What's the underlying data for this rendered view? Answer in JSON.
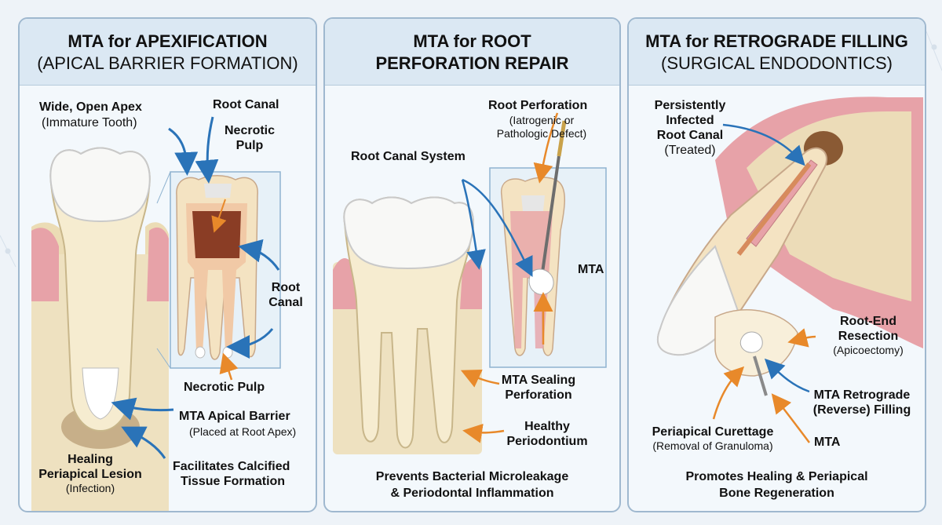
{
  "panels": [
    {
      "title_line1": "MTA for APEXIFICATION",
      "title_line2": "(APICAL BARRIER FORMATION)",
      "labels": {
        "wide_apex": "Wide, Open Apex",
        "immature": "(Immature Tooth)",
        "root_canal_top": "Root Canal",
        "necrotic_pulp_top_1": "Necrotic",
        "necrotic_pulp_top_2": "Pulp",
        "root_canal_side_1": "Root",
        "root_canal_side_2": "Canal",
        "necrotic_pulp_bottom": "Necrotic Pulp",
        "mta_barrier": "MTA Apical Barrier",
        "placed_at_apex": "(Placed at Root Apex)",
        "healing_1": "Healing",
        "healing_2": "Periapical Lesion",
        "infection": "(Infection)",
        "facilitates_1": "Facilitates Calcified",
        "facilitates_2": "Tissue Formation"
      }
    },
    {
      "title_line1": "MTA for ROOT",
      "title_line2": "PERFORATION REPAIR",
      "labels": {
        "root_perforation": "Root Perforation",
        "iatrogenic_1": "(Iatrogenic or",
        "iatrogenic_2": "Pathologic Defect)",
        "root_canal_system": "Root Canal System",
        "mta": "MTA",
        "mta_sealing_1": "MTA Sealing",
        "mta_sealing_2": "Perforation",
        "healthy_1": "Healthy",
        "healthy_2": "Periodontium"
      },
      "footer_1": "Prevents Bacterial Microleakage",
      "footer_2": "& Periodontal Inflammation"
    },
    {
      "title_line1": "MTA for RETROGRADE FILLING",
      "title_line2": "(SURGICAL ENDODONTICS)",
      "labels": {
        "persistently_1": "Persistently",
        "persistently_2": "Infected",
        "persistently_3": "Root Canal",
        "treated": "(Treated)",
        "root_end_1": "Root-End",
        "root_end_2": "Resection",
        "apicoectomy": "(Apicoectomy)",
        "mta_retro_1": "MTA Retrograde",
        "mta_retro_2": "(Reverse) Filling",
        "curettage": "Periapical Curettage",
        "granuloma": "(Removal of Granuloma)",
        "mta": "MTA"
      },
      "footer_1": "Promotes Healing & Periapical",
      "footer_2": "Bone Regeneration"
    }
  ],
  "colors": {
    "blue_arrow": "#2a73b8",
    "orange_arrow": "#e8892a",
    "panel_border": "#9fb8cf",
    "header_bg": "#dbe8f3"
  }
}
